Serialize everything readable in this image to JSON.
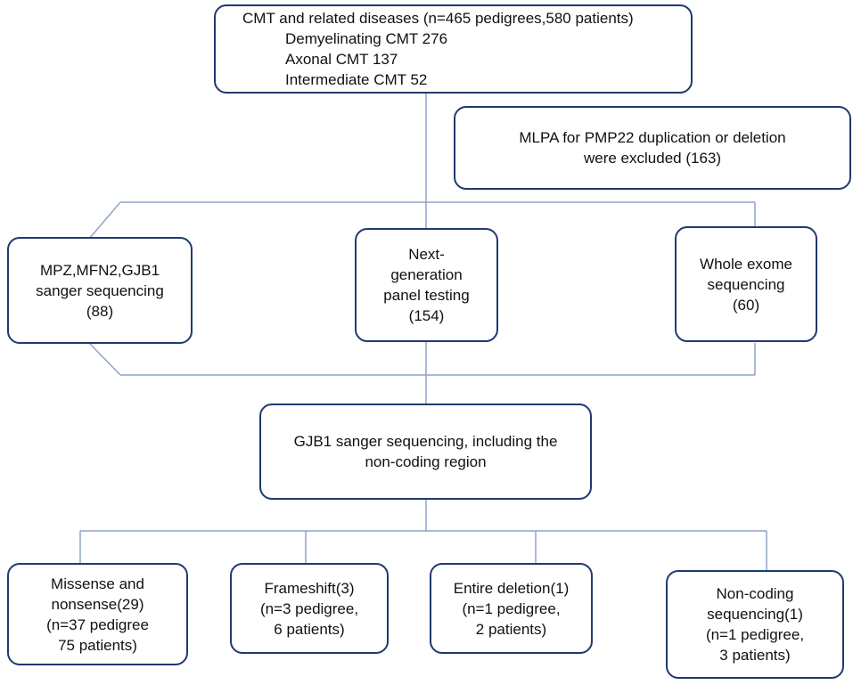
{
  "boxes": {
    "top": {
      "title": "CMT and related diseases (n=465 pedigrees,580 patients)",
      "lines": [
        "Demyelinating CMT 276",
        "Axonal CMT 137",
        "Intermediate CMT 52"
      ]
    },
    "mlpa": {
      "lines": [
        "MLPA for PMP22 duplication or deletion",
        "were excluded (163)"
      ]
    },
    "sanger": {
      "lines": [
        "MPZ,MFN2,GJB1",
        "sanger sequencing",
        "(88)"
      ]
    },
    "ngs": {
      "lines": [
        "Next-",
        "generation",
        "panel testing",
        "(154)"
      ]
    },
    "wes": {
      "lines": [
        "Whole exome",
        "sequencing",
        "(60)"
      ]
    },
    "gjb1": {
      "lines": [
        "GJB1 sanger sequencing, including the",
        "non-coding region"
      ]
    },
    "missense": {
      "lines": [
        "Missense and",
        "nonsense(29)",
        "(n=37 pedigree",
        "75 patients)"
      ]
    },
    "frameshift": {
      "lines": [
        "Frameshift(3)",
        "(n=3 pedigree,",
        "6 patients)"
      ]
    },
    "deletion": {
      "lines": [
        "Entire deletion(1)",
        "(n=1  pedigree,",
        "2 patients)"
      ]
    },
    "noncoding": {
      "lines": [
        "Non-coding",
        "sequencing(1)",
        "(n=1  pedigree,",
        "3 patients)"
      ]
    }
  },
  "colors": {
    "box_border": "#1f3a6e",
    "connector": "#8fa3c7"
  }
}
